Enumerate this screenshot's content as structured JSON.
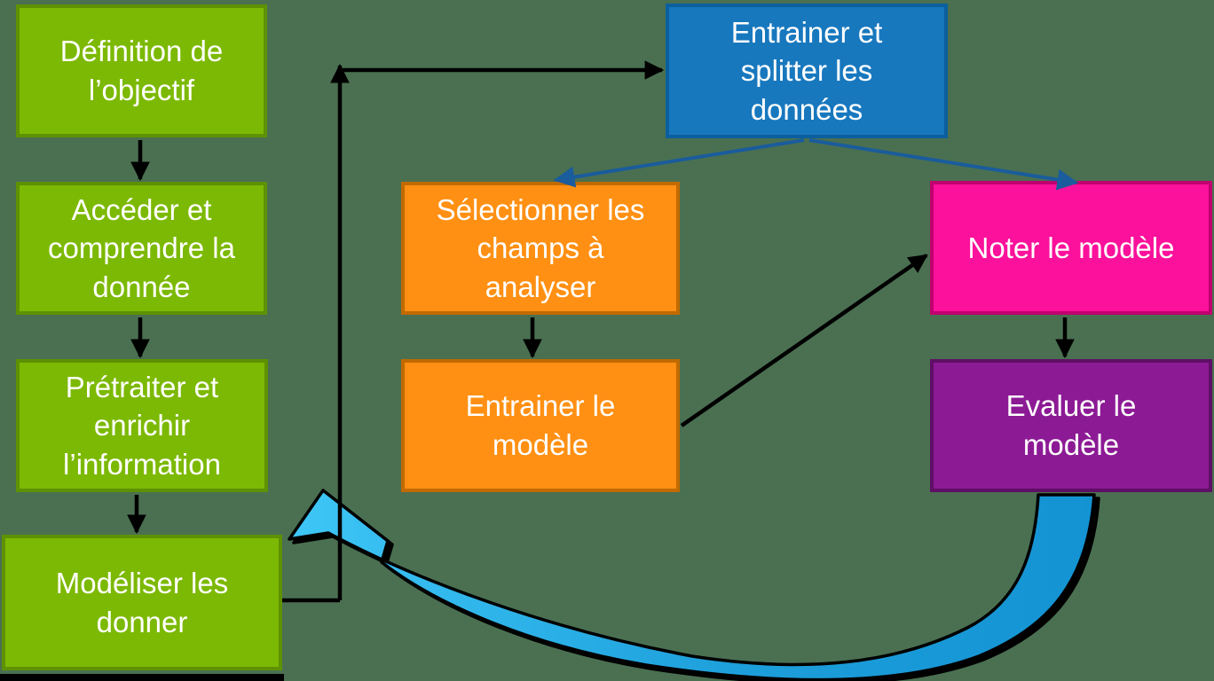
{
  "colors": {
    "background": "#4A7051",
    "text": "#FFFFFF",
    "green": "#7CB904",
    "green-border": "#5E9103",
    "blue": "#1878BE",
    "blue-border": "#0B5F9E",
    "orange": "#FF9013",
    "orange-border": "#C16A00",
    "pink": "#FB119B",
    "pink-border": "#C0006E",
    "purple": "#8C1A95",
    "purple-border": "#5F0F66",
    "arrow-black": "#000000",
    "arrow-blue": "#1A5C9C",
    "swoosh-light": "#3EC6F6",
    "swoosh-mid": "#1D9FDB",
    "swoosh-dark": "#1493D3"
  },
  "nodes": {
    "definition": {
      "label": "Définition de\nl’objectif"
    },
    "acceder": {
      "label": "Accéder et\ncomprendre la\ndonnée"
    },
    "pretraiter": {
      "label": "Prétraiter et\nenrichir\nl’information"
    },
    "modeliser": {
      "label": "Modéliser les\ndonner"
    },
    "splitter": {
      "label": "Entrainer et\nsplitter les\ndonnées"
    },
    "selectionner": {
      "label": "Sélectionner les\nchamps à\nanalyser"
    },
    "entrainer": {
      "label": "Entrainer le\nmodèle"
    },
    "noter": {
      "label": "Noter le modèle"
    },
    "evaluer": {
      "label": "Evaluer le\nmodèle"
    }
  }
}
